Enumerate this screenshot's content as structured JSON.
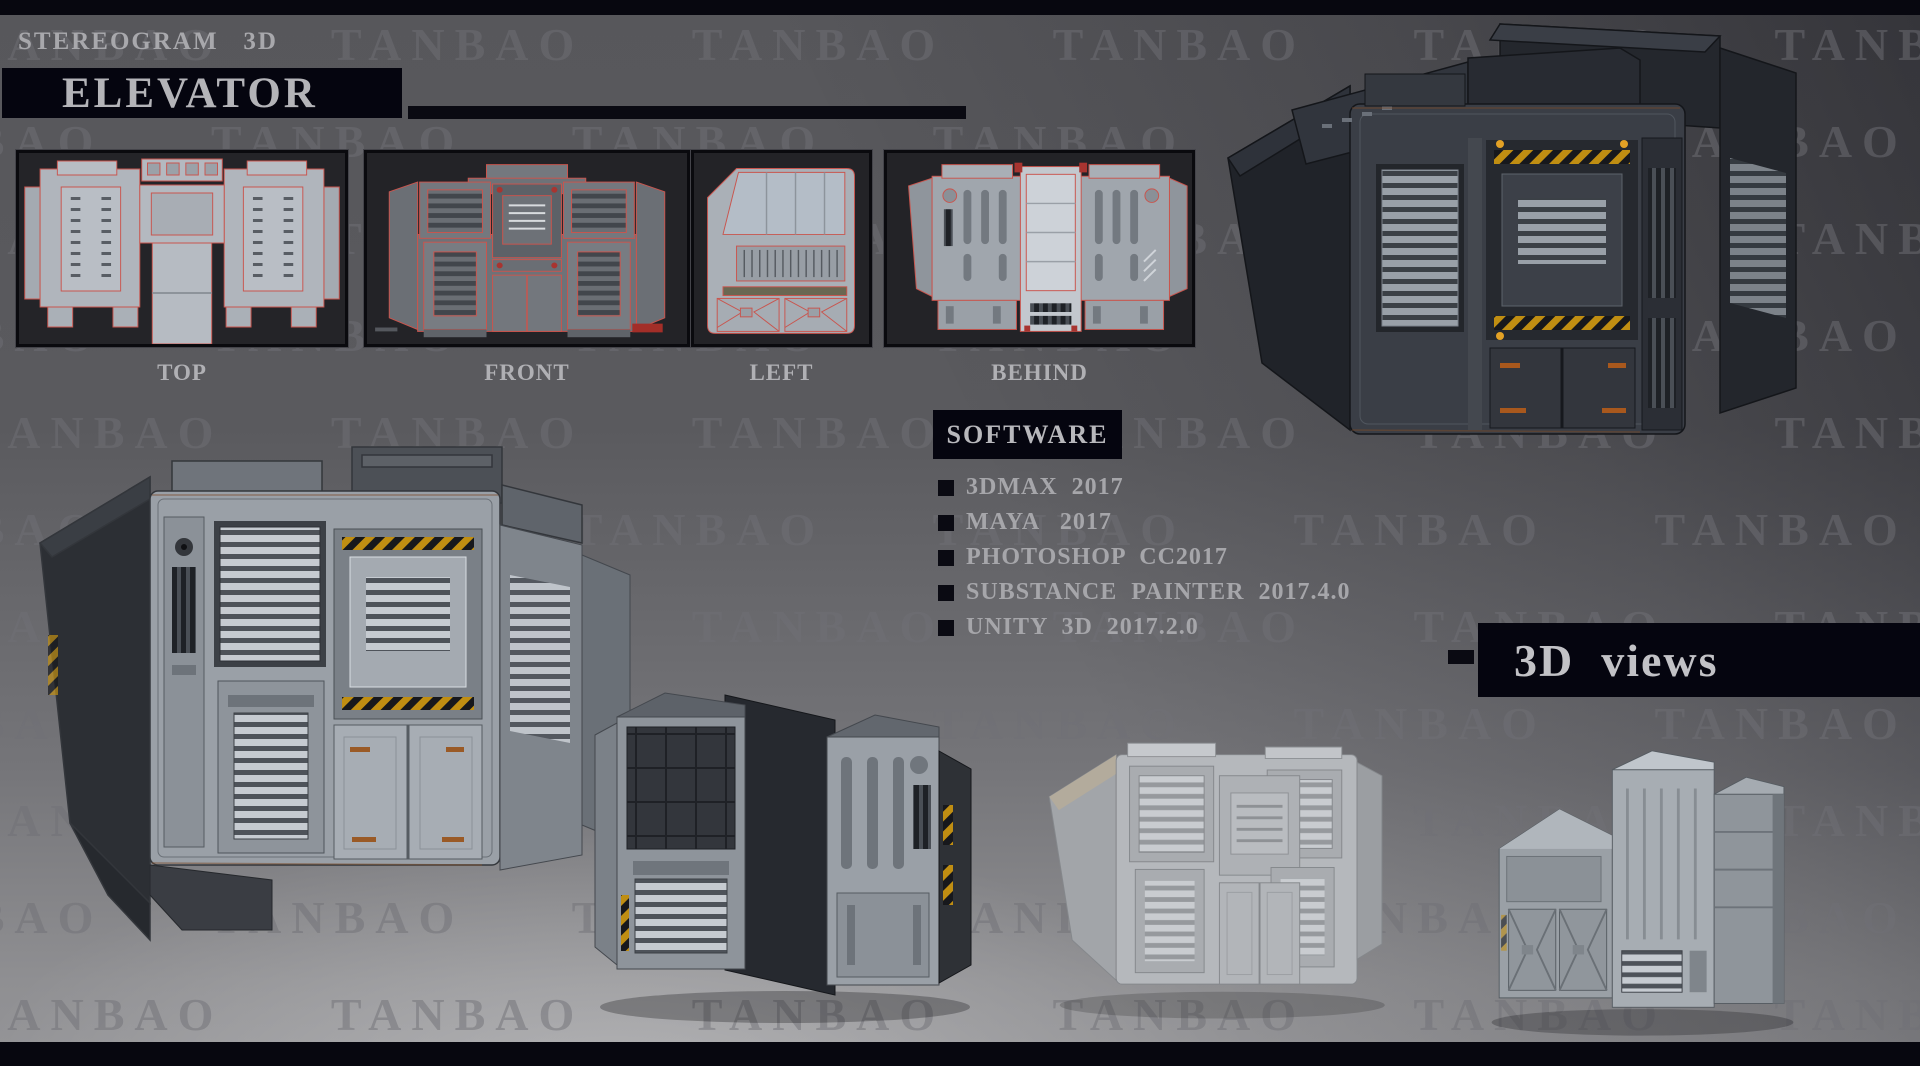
{
  "page": {
    "title_kicker": "STEREOGRAM   3D",
    "title": "ELEVATOR"
  },
  "ortho_views": [
    {
      "label": "TOP"
    },
    {
      "label": "FRONT"
    },
    {
      "label": "LEFT"
    },
    {
      "label": "BEHIND"
    }
  ],
  "software": {
    "heading": "SOFTWARE",
    "items": [
      "3DMAX  2017",
      "MAYA   2017",
      "PHOTOSHOP  CC2017",
      "SUBSTANCE  PAINTER  2017.4.0",
      "UNITY  3D  2017.2.0"
    ]
  },
  "views_3d": {
    "heading": "3D  views"
  },
  "watermark": {
    "text": "TANBAO"
  },
  "colors": {
    "accent_bar": "#07070f",
    "title_box": "#05050f",
    "wireframe_red": "#c9554e",
    "hazard_yellow": "#c08e12",
    "label_text": "#b0b0b4"
  }
}
